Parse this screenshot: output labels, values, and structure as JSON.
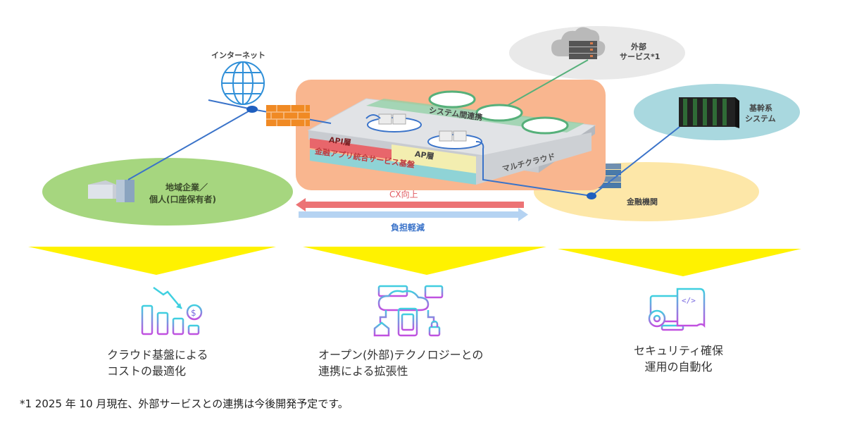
{
  "diagram": {
    "nodes": {
      "internet": {
        "label": "インターネット",
        "icon": "globe-icon"
      },
      "external_service": {
        "label_line1": "外部",
        "label_line2": "サービス*1",
        "icon": "cloud-server-icon"
      },
      "core_system": {
        "label_line1": "基幹系",
        "label_line2": "システム",
        "icon": "mainframe-icon"
      },
      "regional_clients": {
        "label_line1": "地域企業／",
        "label_line2": "個人(口座保有者)",
        "icon": "buildings-icon"
      },
      "financial_institution": {
        "label": "金融機関",
        "icon": "server-stack-icon"
      }
    },
    "platform": {
      "layers": {
        "system_integration": "システム間連携",
        "api_layer": "API層",
        "ap_layer": "AP層",
        "base": "金融アプリ統合サービス基盤",
        "multicloud": "マルチクラウド"
      }
    },
    "arrows": {
      "cx": {
        "label": "CX向上",
        "direction": "left"
      },
      "burden": {
        "label": "負担軽減",
        "direction": "right"
      }
    },
    "features": [
      {
        "line1": "クラウド基盤による",
        "line2": "コストの最適化",
        "icon": "cost-reduction-chart-icon"
      },
      {
        "line1": "オープン(外部)テクノロジーとの",
        "line2": "連携による拡張性",
        "icon": "cloud-network-icon"
      },
      {
        "line1": "セキュリティ確保",
        "line2": "運用の自動化",
        "icon": "secure-automation-icon"
      }
    ],
    "footnote": "*1 2025 年 10 月現在、外部サービスとの連携は今後開発予定です。",
    "colors": {
      "platform_bg": "#f9b68f",
      "api_layer": "#e8666b",
      "ap_layer": "#f3eeb0",
      "base_layer": "#8fd3d6",
      "cx_arrow": "#ec7375",
      "burden_arrow": "#b5d3f2",
      "client_ellipse": "#a6d67f",
      "fi_ellipse": "#fde7a8",
      "core_ellipse": "#a9d8df",
      "ext_ellipse": "#e9e9e9",
      "funnel": "#fff200",
      "link_blue": "#3a73c9",
      "link_green": "#56b07a"
    }
  }
}
